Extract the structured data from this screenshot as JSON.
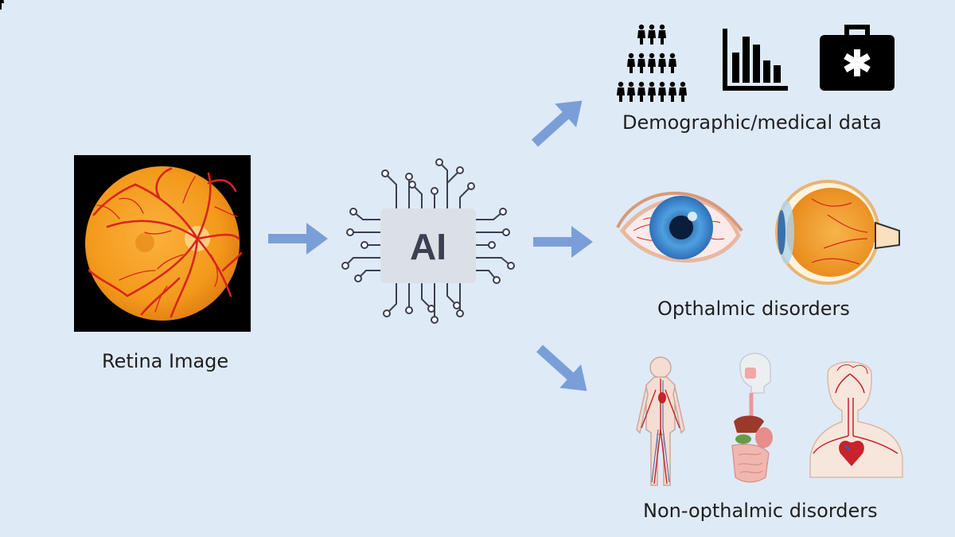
{
  "input": {
    "label": "Retina Image"
  },
  "model": {
    "label": "AI"
  },
  "outputs": [
    {
      "label": "Demographic/medical data",
      "icons": [
        "population-icon",
        "bar-chart-icon",
        "medical-kit-icon"
      ]
    },
    {
      "label": "Opthalmic disorders",
      "icons": [
        "red-eye-icon",
        "eyeball-cross-section-icon"
      ]
    },
    {
      "label": "Non-opthalmic disorders",
      "icons": [
        "circulatory-body-icon",
        "digestive-system-icon",
        "head-heart-vessels-icon"
      ]
    }
  ],
  "colors": {
    "background": "#dfeaf7",
    "arrow": "#7a9fd8",
    "chip": "#dbe0e7",
    "trace": "#3b3f52",
    "retina": "#f39a1c",
    "vessel": "#d9251b"
  }
}
